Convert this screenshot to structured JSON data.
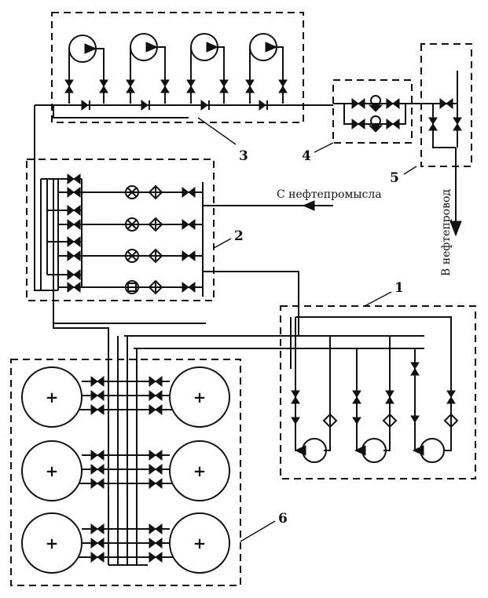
{
  "diagram": {
    "labels": {
      "n1": "1",
      "n2": "2",
      "n3": "3",
      "n4": "4",
      "n5": "5",
      "n6": "6"
    },
    "inflow_text": "С нефтепромысла",
    "outflow_text": "В нефтепровод",
    "counts": {
      "block3_pumps": 4,
      "block2_lines": 4,
      "block1_pumps": 3,
      "block6_tanks": 6
    },
    "colors": {
      "ink": "#111111",
      "paper": "#ffffff"
    }
  }
}
